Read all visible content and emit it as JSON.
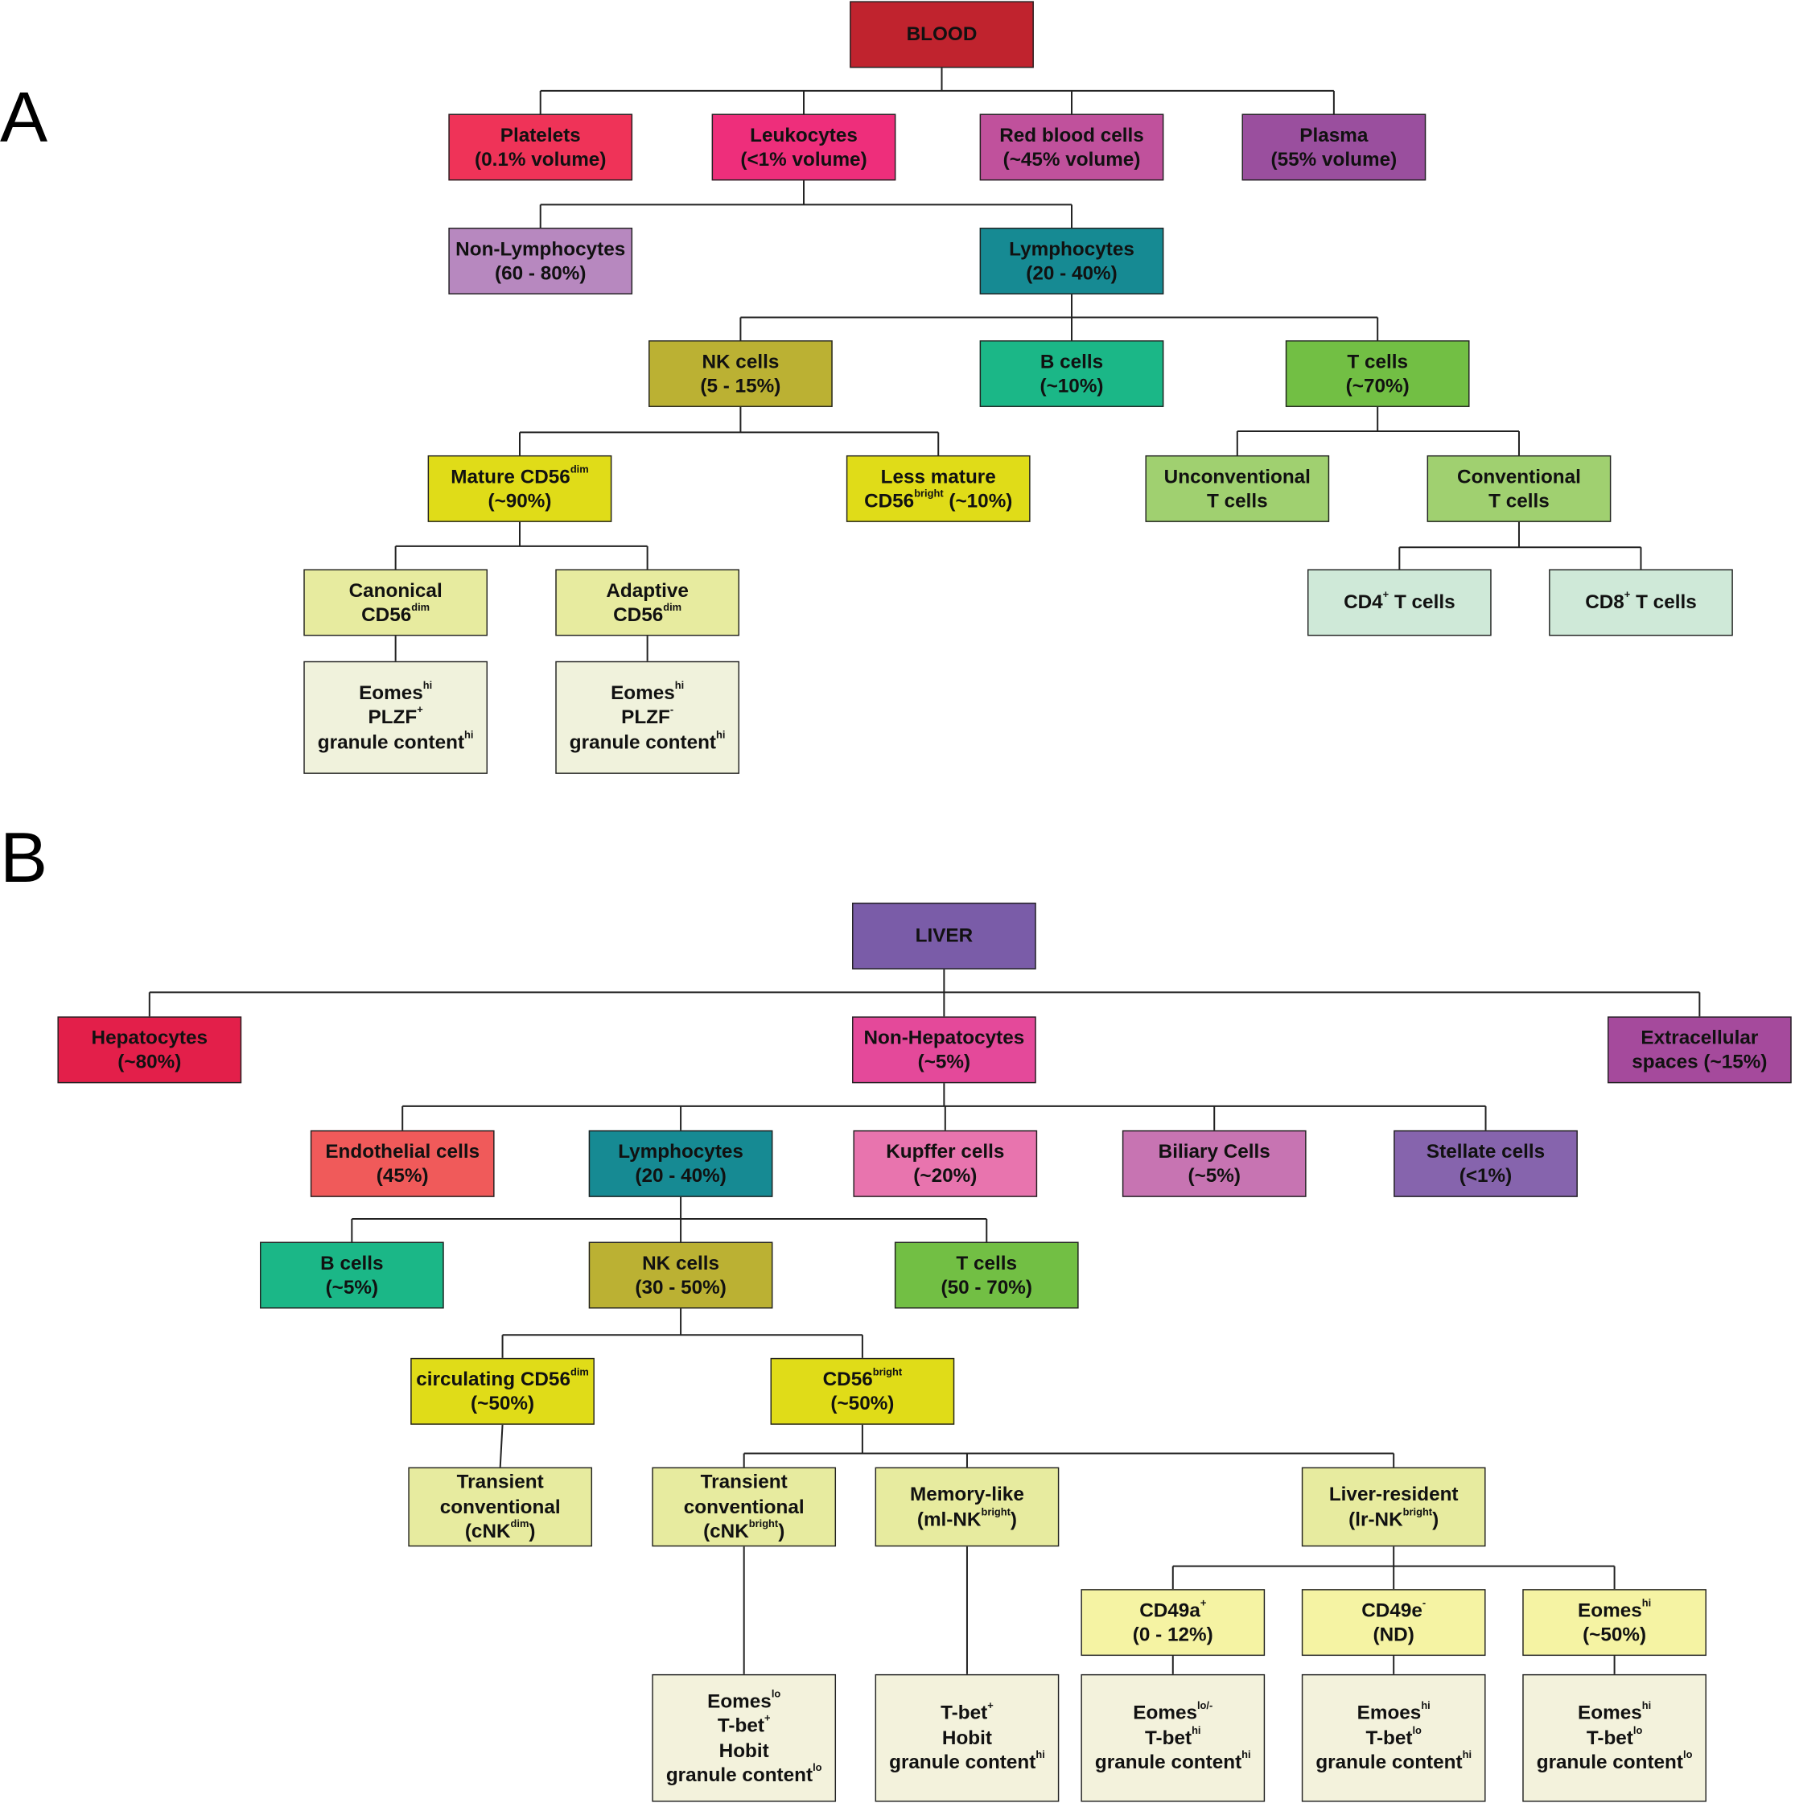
{
  "panels": {
    "a": "A",
    "b": "B"
  },
  "nodes": {
    "blood": {
      "color": "#c0232e",
      "lines": [
        {
          "t": "BLOOD"
        }
      ]
    },
    "platelets": {
      "color": "#ef3358",
      "lines": [
        {
          "t": "Platelets"
        },
        {
          "t": "(0.1% volume)"
        }
      ]
    },
    "leukocytes": {
      "color": "#ee2e7b",
      "lines": [
        {
          "t": "Leukocytes"
        },
        {
          "t": "(<1% volume)"
        }
      ]
    },
    "rbc": {
      "color": "#c0519c",
      "lines": [
        {
          "t": "Red blood cells"
        },
        {
          "t": "(~45% volume)"
        }
      ]
    },
    "plasma": {
      "color": "#9a4f9e",
      "lines": [
        {
          "t": "Plasma"
        },
        {
          "t": "(55% volume)"
        }
      ]
    },
    "nonlymph": {
      "color": "#b788bf",
      "lines": [
        {
          "t": "Non-Lymphocytes"
        },
        {
          "t": "(60 - 80%)"
        }
      ]
    },
    "lymphA": {
      "color": "#168a93",
      "lines": [
        {
          "t": "Lymphocytes"
        },
        {
          "t": "(20 - 40%)"
        }
      ]
    },
    "nkA": {
      "color": "#bbb133",
      "lines": [
        {
          "t": "NK cells"
        },
        {
          "t": "(5 - 15%)"
        }
      ]
    },
    "bA": {
      "color": "#1bb787",
      "lines": [
        {
          "t": "B cells"
        },
        {
          "t": "(~10%)"
        }
      ]
    },
    "tA": {
      "color": "#72bf44",
      "lines": [
        {
          "t": "T cells"
        },
        {
          "t": "(~70%)"
        }
      ]
    },
    "mature": {
      "color": "#e0dc18",
      "lines": [
        {
          "t": "Mature CD56",
          "s": "dim"
        },
        {
          "t": "(~90%)"
        }
      ]
    },
    "lessmature": {
      "color": "#e0dc18",
      "lines": [
        {
          "t": "Less mature"
        },
        {
          "t": "CD56",
          "s": "bright",
          "a": " (~10%)"
        }
      ]
    },
    "unconv": {
      "color": "#a0d070",
      "lines": [
        {
          "t": "Unconventional"
        },
        {
          "t": "T cells"
        }
      ]
    },
    "conv": {
      "color": "#a0d070",
      "lines": [
        {
          "t": "Conventional"
        },
        {
          "t": "T cells"
        }
      ]
    },
    "canonical": {
      "color": "#e7eb9f",
      "lines": [
        {
          "t": "Canonical"
        },
        {
          "t": "CD56",
          "s": "dim"
        }
      ]
    },
    "adaptive": {
      "color": "#e7eb9f",
      "lines": [
        {
          "t": "Adaptive"
        },
        {
          "t": "CD56",
          "s": "dim"
        }
      ]
    },
    "cd4": {
      "color": "#cfe9d8",
      "lines": [
        {
          "t": "CD4",
          "s": "+",
          "a": " T cells"
        }
      ]
    },
    "cd8": {
      "color": "#cfe9d8",
      "lines": [
        {
          "t": "CD8",
          "s": "+",
          "a": " T cells"
        }
      ]
    },
    "phenoA1": {
      "color": "#f0f2dc",
      "lines": [
        {
          "t": "Eomes",
          "s": "hi"
        },
        {
          "t": "PLZF",
          "s": "+"
        },
        {
          "t": "granule content",
          "s": "hi"
        }
      ]
    },
    "phenoA2": {
      "color": "#f0f2dc",
      "lines": [
        {
          "t": "Eomes",
          "s": "hi"
        },
        {
          "t": "PLZF",
          "s": "-"
        },
        {
          "t": "granule content",
          "s": "hi"
        }
      ]
    },
    "liver": {
      "color": "#7a5ca8",
      "lines": [
        {
          "t": "LIVER"
        }
      ]
    },
    "hepatocytes": {
      "color": "#e31f4a",
      "lines": [
        {
          "t": "Hepatocytes"
        },
        {
          "t": "(~80%)"
        }
      ]
    },
    "nonhep": {
      "color": "#e4499a",
      "lines": [
        {
          "t": "Non-Hepatocytes"
        },
        {
          "t": "(~5%)"
        }
      ]
    },
    "extracell": {
      "color": "#a54a9c",
      "lines": [
        {
          "t": "Extracellular"
        },
        {
          "t": "spaces (~15%)"
        }
      ]
    },
    "endothelial": {
      "color": "#f05a5a",
      "lines": [
        {
          "t": "Endothelial cells"
        },
        {
          "t": "(45%)"
        }
      ]
    },
    "lymphB": {
      "color": "#168a93",
      "lines": [
        {
          "t": "Lymphocytes"
        },
        {
          "t": "(20 - 40%)"
        }
      ]
    },
    "kupffer": {
      "color": "#e874ae",
      "lines": [
        {
          "t": "Kupffer cells"
        },
        {
          "t": "(~20%)"
        }
      ]
    },
    "biliary": {
      "color": "#c774b2",
      "lines": [
        {
          "t": "Biliary Cells"
        },
        {
          "t": "(~5%)"
        }
      ]
    },
    "stellate": {
      "color": "#8664ad",
      "lines": [
        {
          "t": "Stellate cells"
        },
        {
          "t": "(<1%)"
        }
      ]
    },
    "bB": {
      "color": "#1bb787",
      "lines": [
        {
          "t": "B cells"
        },
        {
          "t": "(~5%)"
        }
      ]
    },
    "nkB": {
      "color": "#bbb133",
      "lines": [
        {
          "t": "NK cells"
        },
        {
          "t": "(30 - 50%)"
        }
      ]
    },
    "tB": {
      "color": "#72bf44",
      "lines": [
        {
          "t": "T cells"
        },
        {
          "t": "(50 - 70%)"
        }
      ]
    },
    "circ": {
      "color": "#e0dc18",
      "lines": [
        {
          "t": "circulating CD56",
          "s": "dim"
        },
        {
          "t": "(~50%)"
        }
      ]
    },
    "cd56b": {
      "color": "#e0dc18",
      "lines": [
        {
          "t": "CD56",
          "s": "bright"
        },
        {
          "t": "(~50%)"
        }
      ]
    },
    "trans1": {
      "color": "#e7eb9f",
      "lines": [
        {
          "t": "Transient"
        },
        {
          "t": "conventional"
        },
        {
          "t": "(cNK",
          "s": "dim",
          "a": ")"
        }
      ]
    },
    "trans2": {
      "color": "#e7eb9f",
      "lines": [
        {
          "t": "Transient"
        },
        {
          "t": "conventional"
        },
        {
          "t": "(cNK",
          "s": "bright",
          "a": ")"
        }
      ]
    },
    "memory": {
      "color": "#e7eb9f",
      "lines": [
        {
          "t": "Memory-like"
        },
        {
          "t": "(ml-NK",
          "s": "bright",
          "a": ")"
        }
      ]
    },
    "liverres": {
      "color": "#e7eb9f",
      "lines": [
        {
          "t": "Liver-resident"
        },
        {
          "t": "(lr-NK",
          "s": "bright",
          "a": ")"
        }
      ]
    },
    "cd49a": {
      "color": "#f5f3a3",
      "lines": [
        {
          "t": "CD49a",
          "s": "+"
        },
        {
          "t": "(0 - 12%)"
        }
      ]
    },
    "cd49e": {
      "color": "#f5f3a3",
      "lines": [
        {
          "t": "CD49e",
          "s": "-"
        },
        {
          "t": "(ND)"
        }
      ]
    },
    "eomesB": {
      "color": "#f5f3a3",
      "lines": [
        {
          "t": "Eomes",
          "s": "hi"
        },
        {
          "t": "(~50%)"
        }
      ]
    },
    "phenoB1": {
      "color": "#f3f2dc",
      "lines": [
        {
          "t": "Eomes",
          "s": "lo"
        },
        {
          "t": "T-bet",
          "s": "+"
        },
        {
          "t": "Hobit"
        },
        {
          "t": "granule content",
          "s": "lo"
        }
      ]
    },
    "phenoB2": {
      "color": "#f3f2dc",
      "lines": [
        {
          "t": "T-bet",
          "s": "+"
        },
        {
          "t": "Hobit"
        },
        {
          "t": "granule content",
          "s": "hi"
        }
      ]
    },
    "phenoB3": {
      "color": "#f3f2dc",
      "lines": [
        {
          "t": "Eomes",
          "s": "lo/-"
        },
        {
          "t": "T-bet",
          "s": "hi"
        },
        {
          "t": "granule content",
          "s": "hi"
        }
      ]
    },
    "phenoB4": {
      "color": "#f3f2dc",
      "lines": [
        {
          "t": "Emoes",
          "s": "hi"
        },
        {
          "t": "T-bet",
          "s": "lo"
        },
        {
          "t": "granule content",
          "s": "hi"
        }
      ]
    },
    "phenoB5": {
      "color": "#f3f2dc",
      "lines": [
        {
          "t": "Eomes",
          "s": "hi"
        },
        {
          "t": "T-bet",
          "s": "lo"
        },
        {
          "t": "granule content",
          "s": "lo"
        }
      ]
    }
  }
}
